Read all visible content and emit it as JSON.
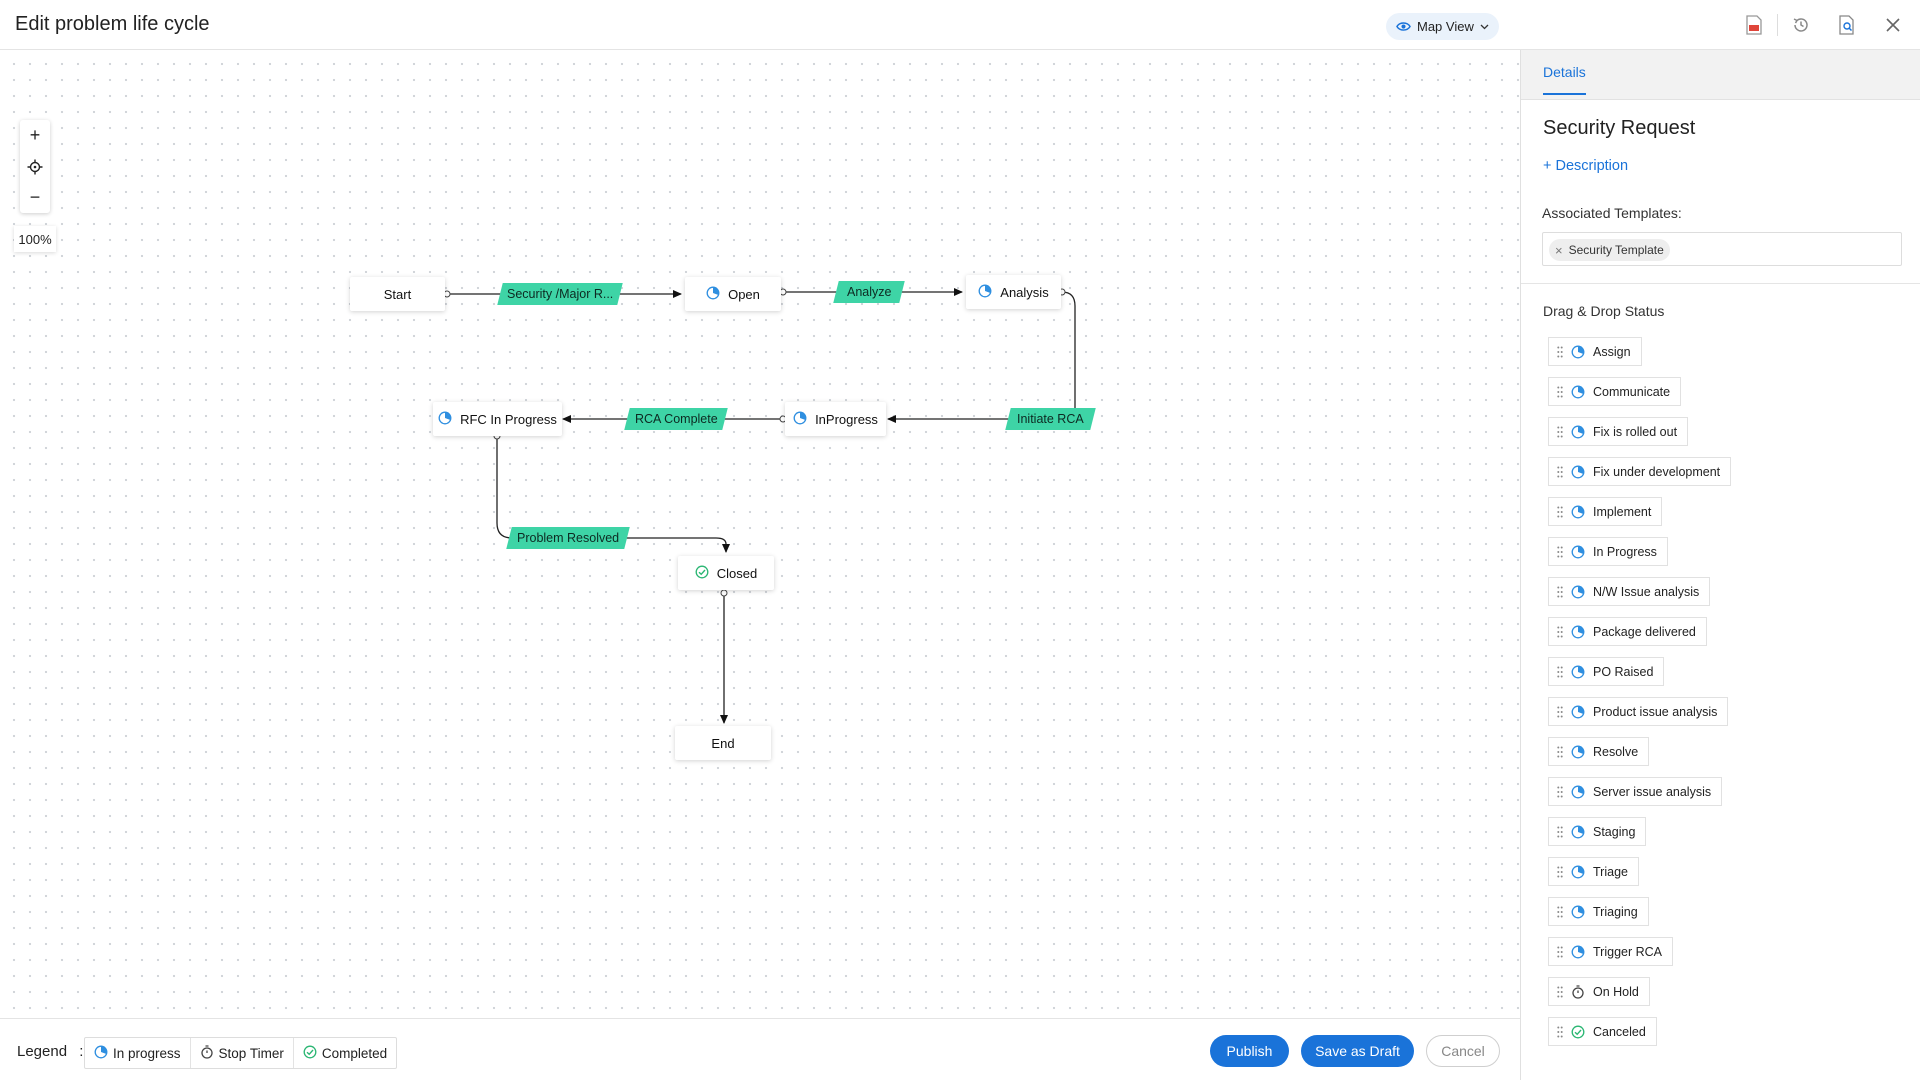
{
  "header": {
    "title": "Edit problem life cycle",
    "view_toggle": "Map View"
  },
  "canvas": {
    "zoom_level": "100%",
    "nodes": {
      "start": "Start",
      "open": "Open",
      "analysis": "Analysis",
      "rfc": "RFC In Progress",
      "inprogress": "InProgress",
      "closed": "Closed",
      "end": "End"
    },
    "transitions": {
      "security": "Security /Major R...",
      "analyze": "Analyze",
      "initiate_rca": "Initiate RCA",
      "rca_complete": "RCA Complete",
      "problem_resolved": "Problem Resolved"
    }
  },
  "legend": {
    "label": "Legend",
    "colon": ":",
    "items": [
      "In progress",
      "Stop Timer",
      "Completed"
    ]
  },
  "actions": {
    "publish": "Publish",
    "save_draft": "Save as Draft",
    "cancel": "Cancel"
  },
  "panel": {
    "tab": "Details",
    "title": "Security Request",
    "description_link": "+ Description",
    "associated_label": "Associated Templates:",
    "template_chip": "Security Template",
    "dragdrop_title": "Drag & Drop Status",
    "statuses": [
      {
        "label": "Assign",
        "type": "in-progress"
      },
      {
        "label": "Communicate",
        "type": "in-progress"
      },
      {
        "label": "Fix is rolled out",
        "type": "in-progress"
      },
      {
        "label": "Fix under development",
        "type": "in-progress"
      },
      {
        "label": "Implement",
        "type": "in-progress"
      },
      {
        "label": "In Progress",
        "type": "in-progress"
      },
      {
        "label": "N/W Issue analysis",
        "type": "in-progress"
      },
      {
        "label": "Package delivered",
        "type": "in-progress"
      },
      {
        "label": "PO Raised",
        "type": "in-progress"
      },
      {
        "label": "Product issue analysis",
        "type": "in-progress"
      },
      {
        "label": "Resolve",
        "type": "in-progress"
      },
      {
        "label": "Server issue analysis",
        "type": "in-progress"
      },
      {
        "label": "Staging",
        "type": "in-progress"
      },
      {
        "label": "Triage",
        "type": "in-progress"
      },
      {
        "label": "Triaging",
        "type": "in-progress"
      },
      {
        "label": "Trigger RCA",
        "type": "in-progress"
      },
      {
        "label": "On Hold",
        "type": "stop-timer"
      },
      {
        "label": "Canceled",
        "type": "completed"
      }
    ]
  },
  "colors": {
    "accent": "#1a73d9",
    "transition_tag": "#3ed4a6",
    "in_progress_icon": "#2f8fe0",
    "completed_icon": "#2bb673"
  }
}
